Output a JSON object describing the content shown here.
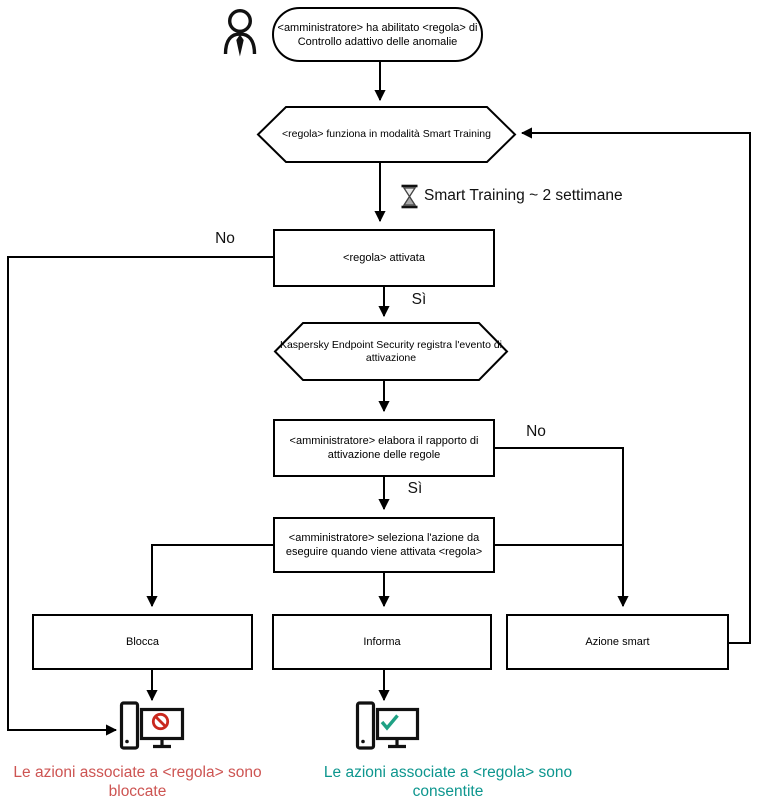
{
  "diagram": {
    "nodes": {
      "start": {
        "line1": "<amministratore> ha abilitato <regola> di",
        "line2": "Controllo adattivo delle anomalie"
      },
      "smart_training": {
        "label": "<regola> funziona in modalità Smart Training"
      },
      "rule_triggered": {
        "label": "<regola> attivata"
      },
      "event_logged": {
        "line1": "Kaspersky Endpoint Security registra l'evento di",
        "line2": "attivazione"
      },
      "process_report": {
        "line1": "<amministratore> elabora il rapporto di",
        "line2": "attivazione delle regole"
      },
      "select_action": {
        "line1": "<amministratore> seleziona l'azione da",
        "line2": "eseguire quando viene attivata <regola>"
      },
      "block": {
        "label": "Blocca"
      },
      "inform": {
        "label": "Informa"
      },
      "smart_action": {
        "label": "Azione smart"
      }
    },
    "labels": {
      "no_left": "No",
      "yes_upper": "Sì",
      "no_right": "No",
      "yes_lower": "Sì",
      "training_duration": "Smart Training ~ 2 settimane"
    },
    "outcomes": {
      "blocked": {
        "line1": "Le azioni associate a <regola> sono",
        "line2": "bloccate"
      },
      "allowed": {
        "line1": "Le azioni associate a <regola> sono",
        "line2": "consentite"
      }
    },
    "icons": {
      "administrator": "person-icon",
      "timer": "hourglass-icon",
      "blocked_host": "computer-blocked-icon",
      "allowed_host": "computer-allowed-icon"
    },
    "colors": {
      "line": "#000000",
      "blocked_text": "#cd5452",
      "allowed_text": "#0d968e",
      "prohibition_sign": "#c9281e",
      "checkmark": "#1fa184"
    }
  }
}
